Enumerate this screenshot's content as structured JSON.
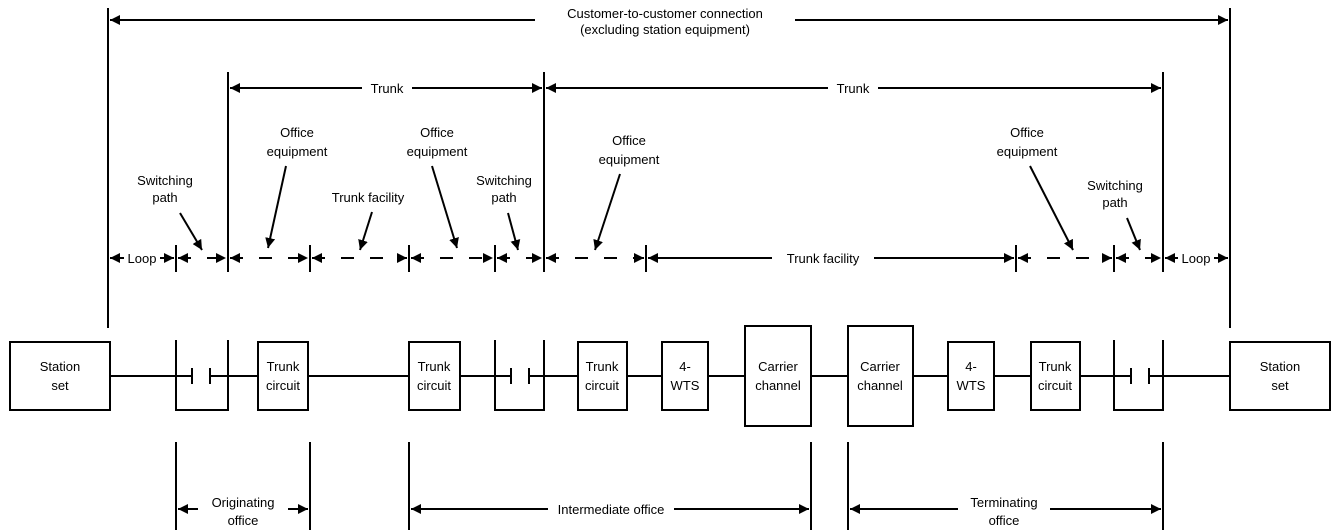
{
  "top": {
    "connection_line1": "Customer-to-customer connection",
    "connection_line2": "(excluding station equipment)",
    "trunk_left": "Trunk",
    "trunk_right": "Trunk"
  },
  "labels": {
    "office_equipment_1": [
      "Office",
      "equipment"
    ],
    "office_equipment_2": [
      "Office",
      "equipment"
    ],
    "office_equipment_3": [
      "Office",
      "equipment"
    ],
    "office_equipment_4": [
      "Office",
      "equipment"
    ],
    "switching_path_1": [
      "Switching",
      "path"
    ],
    "switching_path_2": [
      "Switching",
      "path"
    ],
    "switching_path_3": [
      "Switching",
      "path"
    ],
    "trunk_facility_upper": "Trunk facility",
    "trunk_facility_lower": "Trunk facility",
    "loop_left": "Loop",
    "loop_right": "Loop"
  },
  "boxes": {
    "station_left": [
      "Station",
      "set"
    ],
    "trunk_circuit_1": [
      "Trunk",
      "circuit"
    ],
    "trunk_circuit_2": [
      "Trunk",
      "circuit"
    ],
    "trunk_circuit_3": [
      "Trunk",
      "circuit"
    ],
    "wts_1": [
      "4-",
      "WTS"
    ],
    "carrier_1": [
      "Carrier",
      "channel"
    ],
    "carrier_2": [
      "Carrier",
      "channel"
    ],
    "wts_2": [
      "4-",
      "WTS"
    ],
    "trunk_circuit_4": [
      "Trunk",
      "circuit"
    ],
    "station_right": [
      "Station",
      "set"
    ]
  },
  "offices": {
    "originating": [
      "Originating",
      "office"
    ],
    "intermediate": "Intermediate office",
    "terminating": [
      "Terminating",
      "office"
    ]
  }
}
